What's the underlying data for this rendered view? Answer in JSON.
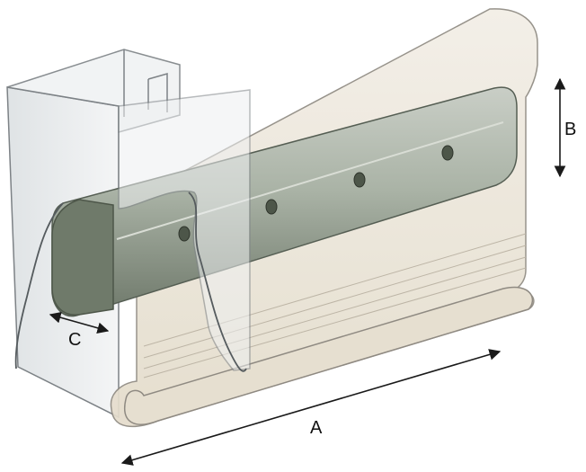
{
  "dimensions": {
    "a_label": "A",
    "b_label": "B",
    "c_label": "C"
  },
  "colors": {
    "background": "#ffffff",
    "jacket_fill": "#ece6da",
    "jacket_outline": "#8f8a82",
    "pipe_light": "#c2c7bf",
    "pipe_dark": "#6f7a6a",
    "bracket_fill": "#e9ebec",
    "bracket_outline": "#7d8286",
    "dimension_line": "#1a1a1a"
  },
  "icons": {
    "arrow": "arrowhead-icon",
    "hole": "bolt-hole-icon"
  }
}
